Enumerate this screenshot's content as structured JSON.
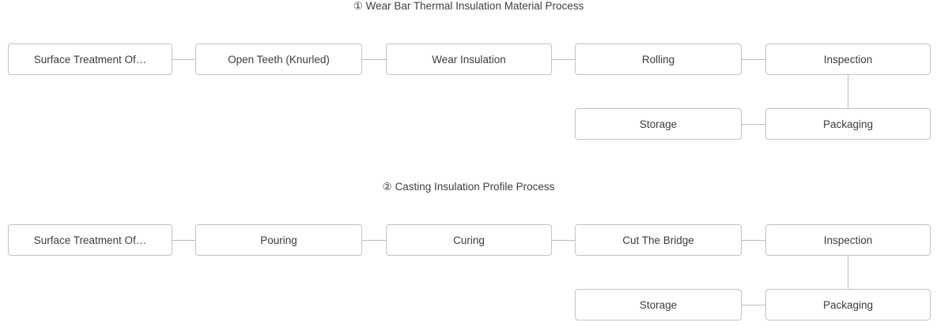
{
  "page": {
    "background_color": "#ffffff",
    "node_border_color": "#c3c3c3",
    "connector_color": "#bcbcbc",
    "text_color": "#3c3c3c"
  },
  "charts": [
    {
      "title": "① Wear Bar Thermal Insulation Material Process",
      "marker": "①",
      "nodes": {
        "step1": "Surface Treatment Of…",
        "step2": "Open Teeth (Knurled)",
        "step3": "Wear Insulation",
        "step4": "Rolling",
        "step5": "Inspection",
        "step6": "Storage",
        "step7": "Packaging"
      }
    },
    {
      "title": "② Casting Insulation Profile Process",
      "marker": "②",
      "nodes": {
        "step1": "Surface Treatment Of…",
        "step2": "Pouring",
        "step3": "Curing",
        "step4": "Cut The Bridge",
        "step5": "Inspection",
        "step6": "Storage",
        "step7": "Packaging"
      }
    }
  ]
}
